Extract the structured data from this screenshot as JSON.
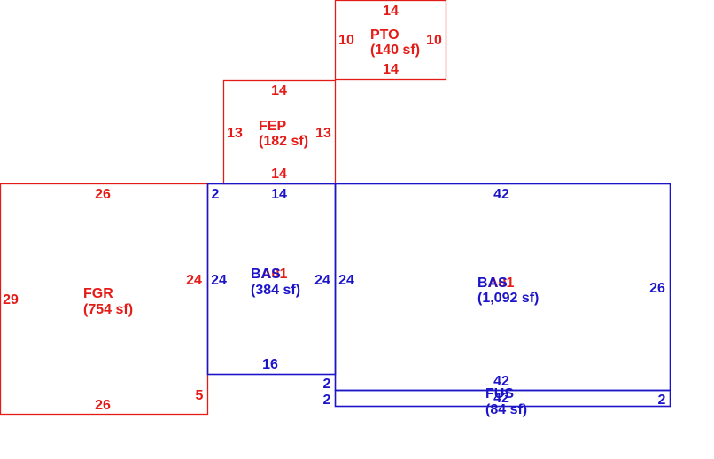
{
  "colors": {
    "red": "#e41b17",
    "blue": "#1c14c8"
  },
  "areas": {
    "pto": {
      "name": "PTO",
      "area": "(140 sf)",
      "top": "14",
      "bottom": "14",
      "left": "10",
      "right": "10"
    },
    "fep": {
      "name": "FEP",
      "area": "(182 sf)",
      "top": "14",
      "bottom": "14",
      "left": "13",
      "right": "13"
    },
    "fgr": {
      "name": "FGR",
      "area": "(754 sf)",
      "top": "26",
      "bottom": "26",
      "left": "29",
      "right": "24",
      "right_lower": "5"
    },
    "bas_left": {
      "name_blue": "BAS",
      "name_red": "A01",
      "area": "(384 sf)",
      "top_corner": "2",
      "top": "14",
      "left": "24",
      "right": "24",
      "bottom": "16"
    },
    "bas_right": {
      "name_blue": "BAS",
      "name_red": "A01",
      "area": "(1,092 sf)",
      "top": "42",
      "left": "24",
      "right": "26",
      "bottom": "42"
    },
    "fus": {
      "name": "FUS",
      "area": "(84 sf)",
      "top": "42",
      "left_upper": "2",
      "left_lower": "2",
      "right": "2"
    }
  }
}
